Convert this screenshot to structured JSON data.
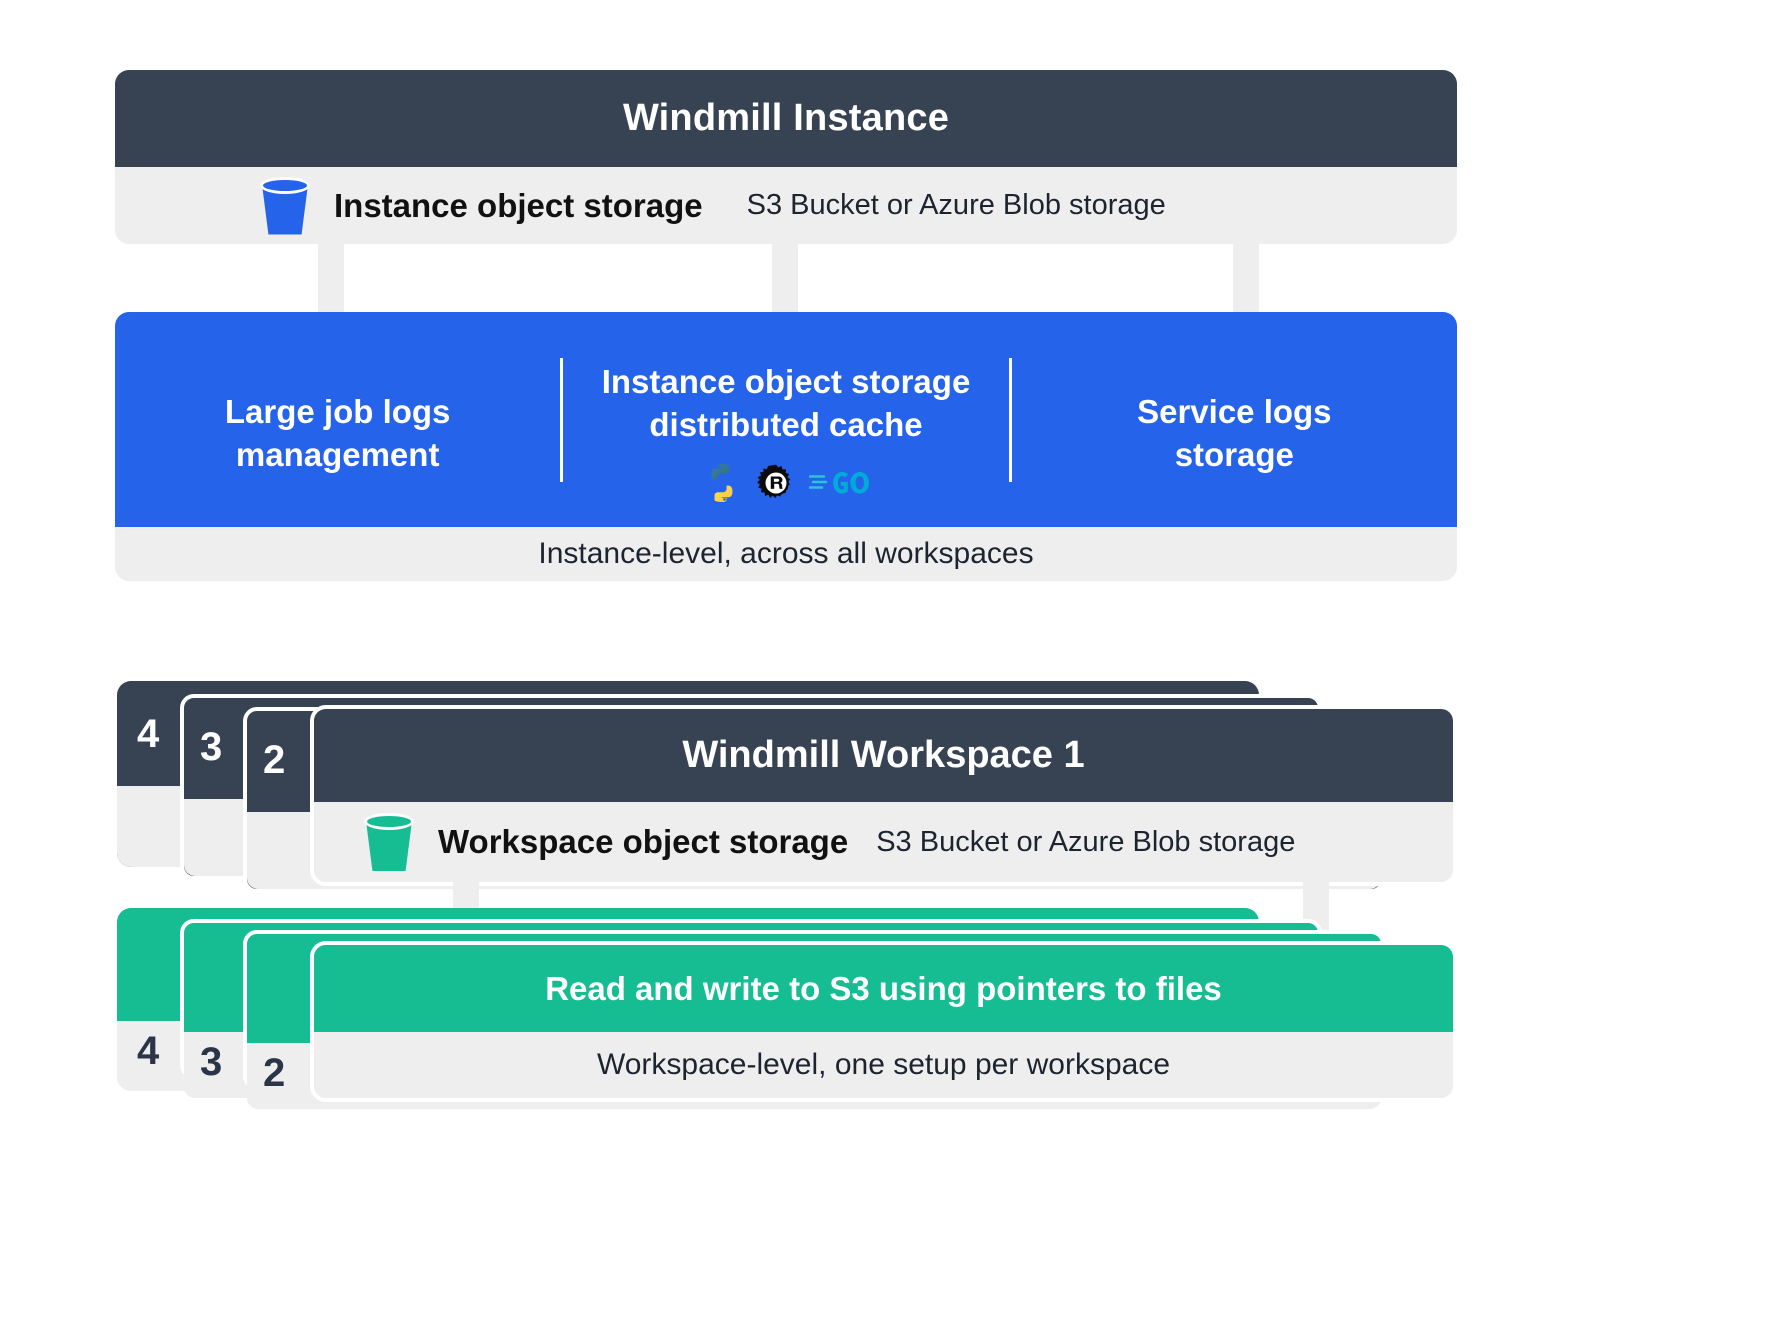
{
  "instance": {
    "title": "Windmill Instance",
    "storage": {
      "icon": "bucket-icon",
      "label": "Instance object storage",
      "detail": "S3 Bucket or Azure Blob storage",
      "color": "#2563eb"
    },
    "features": [
      {
        "name": "large-job-logs",
        "text": "Large job logs\nmanagement"
      },
      {
        "name": "distributed-cache",
        "text": "Instance object storage\ndistributed cache",
        "icons": [
          "python-icon",
          "rust-icon",
          "go-icon"
        ]
      },
      {
        "name": "service-logs",
        "text": "Service logs\nstorage"
      }
    ],
    "footer": "Instance-level, across all workspaces",
    "panel_color": "#2563eb"
  },
  "workspace": {
    "stack_numbers": [
      "4",
      "3",
      "2"
    ],
    "title": "Windmill Workspace 1",
    "storage": {
      "icon": "bucket-icon",
      "label": "Workspace object storage",
      "detail": "S3 Bucket or Azure Blob storage",
      "color": "#17bd92"
    },
    "panel_text": "Read and write to S3 using pointers to files",
    "panel_color": "#17bd92",
    "footer": "Workspace-level, one setup per workspace",
    "green_stack_numbers": [
      "4",
      "3",
      "2"
    ]
  },
  "colors": {
    "dark": "#374253",
    "gray": "#eeeeee",
    "blue": "#2563eb",
    "green": "#17bd92"
  }
}
